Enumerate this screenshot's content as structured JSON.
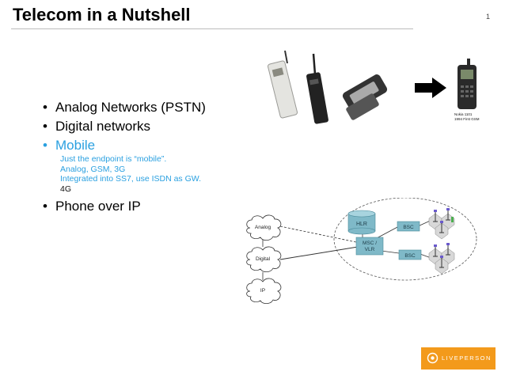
{
  "slide": {
    "title": "Telecom in a Nutshell",
    "page_number": "1",
    "bullets": [
      {
        "text": "Analog Networks (PSTN)"
      },
      {
        "text": "Digital networks"
      },
      {
        "text": "Mobile",
        "sub": [
          "Just the endpoint is “mobile”.",
          "Analog, GSM, 3G",
          "Integrated into SS7, use ISDN as GW.",
          "4G"
        ]
      },
      {
        "text": "Phone over IP"
      }
    ],
    "nokia_caption": [
      "Nokia 1101",
      "1994 First GSM"
    ],
    "diagram": {
      "clouds": [
        "Analog",
        "Digital",
        "IP"
      ],
      "hlr": "HLR",
      "msc": [
        "MSC /",
        "VLR"
      ],
      "bsc": [
        "BSC",
        "BSC"
      ]
    },
    "logo": {
      "text": "LIVEPERSON"
    },
    "colors": {
      "accent": "#2aa0e0",
      "node": "#7fb9c8",
      "logo": "#f39a1b"
    }
  }
}
